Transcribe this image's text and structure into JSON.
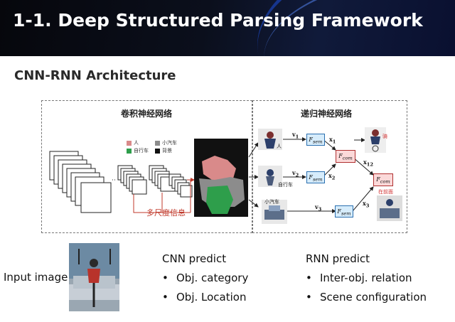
{
  "header": {
    "title": "1-1. Deep Structured Parsing Framework"
  },
  "subtitle": "CNN-RNN Architecture",
  "diagram": {
    "cnn_title": "卷积神经网络",
    "rnn_title": "递归神经网络",
    "legend": [
      {
        "label": "人",
        "color": "#d98a8a"
      },
      {
        "label": "小汽车",
        "color": "#8c8c8c"
      },
      {
        "label": "自行车",
        "color": "#2e9e4b"
      },
      {
        "label": "背景",
        "color": "#111111"
      }
    ],
    "multiscale_label": "多尺度信息",
    "objects": [
      {
        "label": "人",
        "v": "v",
        "vsub": "1",
        "x": "x",
        "xsub": "1"
      },
      {
        "label": "自行车",
        "v": "v",
        "vsub": "2",
        "x": "x",
        "xsub": "2"
      },
      {
        "label": "小汽车",
        "v": "v",
        "vsub": "3",
        "x": "x",
        "xsub": "3"
      }
    ],
    "fsem": "F",
    "fsem_sub": "sem",
    "fcom": "F",
    "fcom_sub": "com",
    "x12": "x",
    "x12_sub": "12",
    "rel_ride": "骑",
    "rel_front": "在前面"
  },
  "bottom": {
    "input_label": "Input image",
    "cnn": {
      "title": "CNN predict",
      "items": [
        "Obj. category",
        "Obj. Location"
      ]
    },
    "rnn": {
      "title": "RNN predict",
      "items": [
        "Inter-obj. relation",
        "Scene configuration"
      ]
    }
  },
  "colors": {
    "person": "#d98a8a",
    "car": "#8c8c8c",
    "bicycle": "#2e9e4b",
    "background": "#111111",
    "arrow_red": "#c0392b"
  }
}
